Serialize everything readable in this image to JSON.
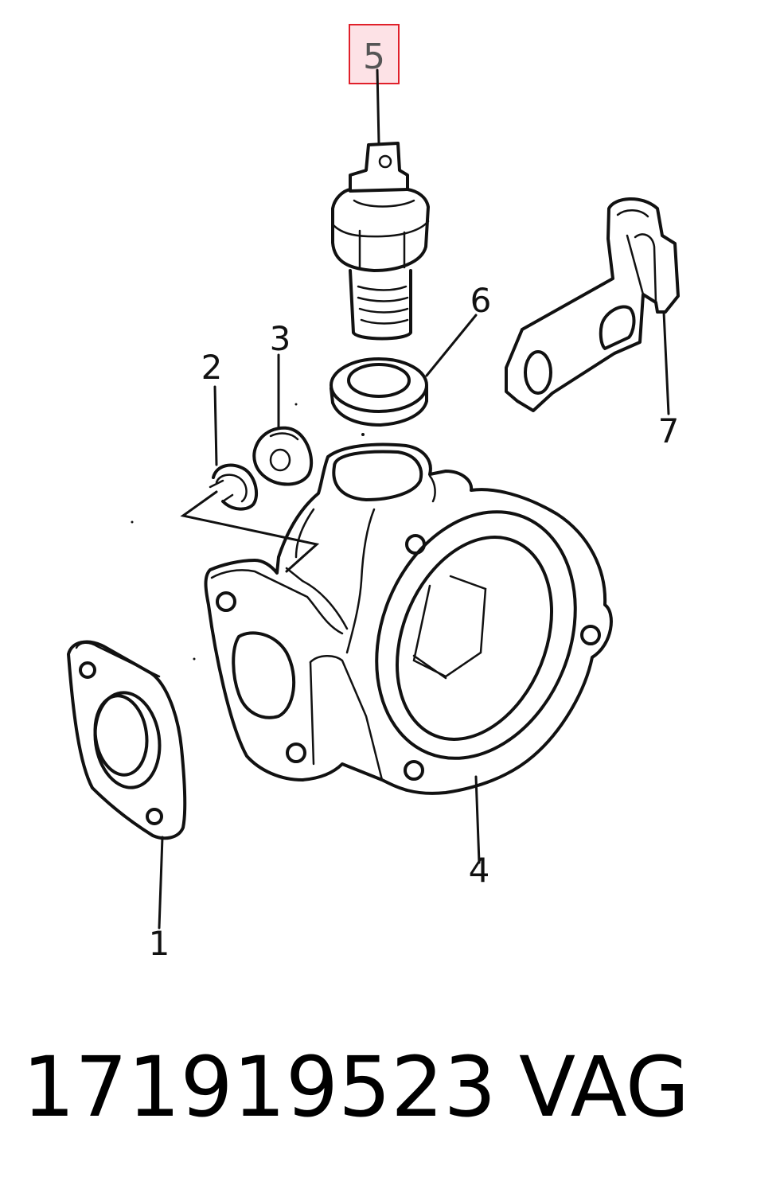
{
  "diagram": {
    "highlighted_label": "5",
    "highlight_color": "#e0202a",
    "labels": {
      "l1": "1",
      "l2": "2",
      "l3": "3",
      "l4": "4",
      "l5": "5",
      "l6": "6",
      "l7": "7"
    }
  },
  "footer": {
    "part_number": "171919523",
    "brand": "VAG"
  }
}
